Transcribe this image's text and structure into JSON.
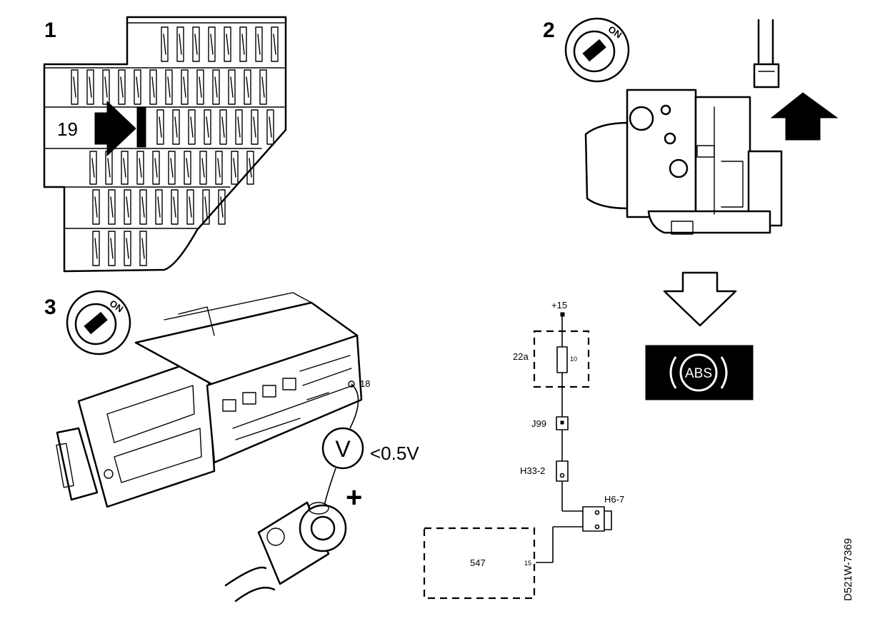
{
  "steps": {
    "step1": {
      "number": "1",
      "fuse_callout": "19"
    },
    "step2": {
      "number": "2",
      "ignition_label": "ON"
    },
    "step3": {
      "number": "3",
      "ignition_label": "ON",
      "pin_number": "18",
      "voltmeter_symbol": "V",
      "voltage_reading": "<0.5V",
      "polarity_symbol": "+"
    }
  },
  "warning_lamp": {
    "label": "ABS"
  },
  "circuit": {
    "supply": "+15",
    "fuse_box_id": "22a",
    "fuse_number": "10",
    "connector_j": "J99",
    "connector_h33": "H33-2",
    "connector_h6": "H6-7",
    "unit_id": "547",
    "unit_pin": "15"
  },
  "figure_code": "D521W-7369"
}
